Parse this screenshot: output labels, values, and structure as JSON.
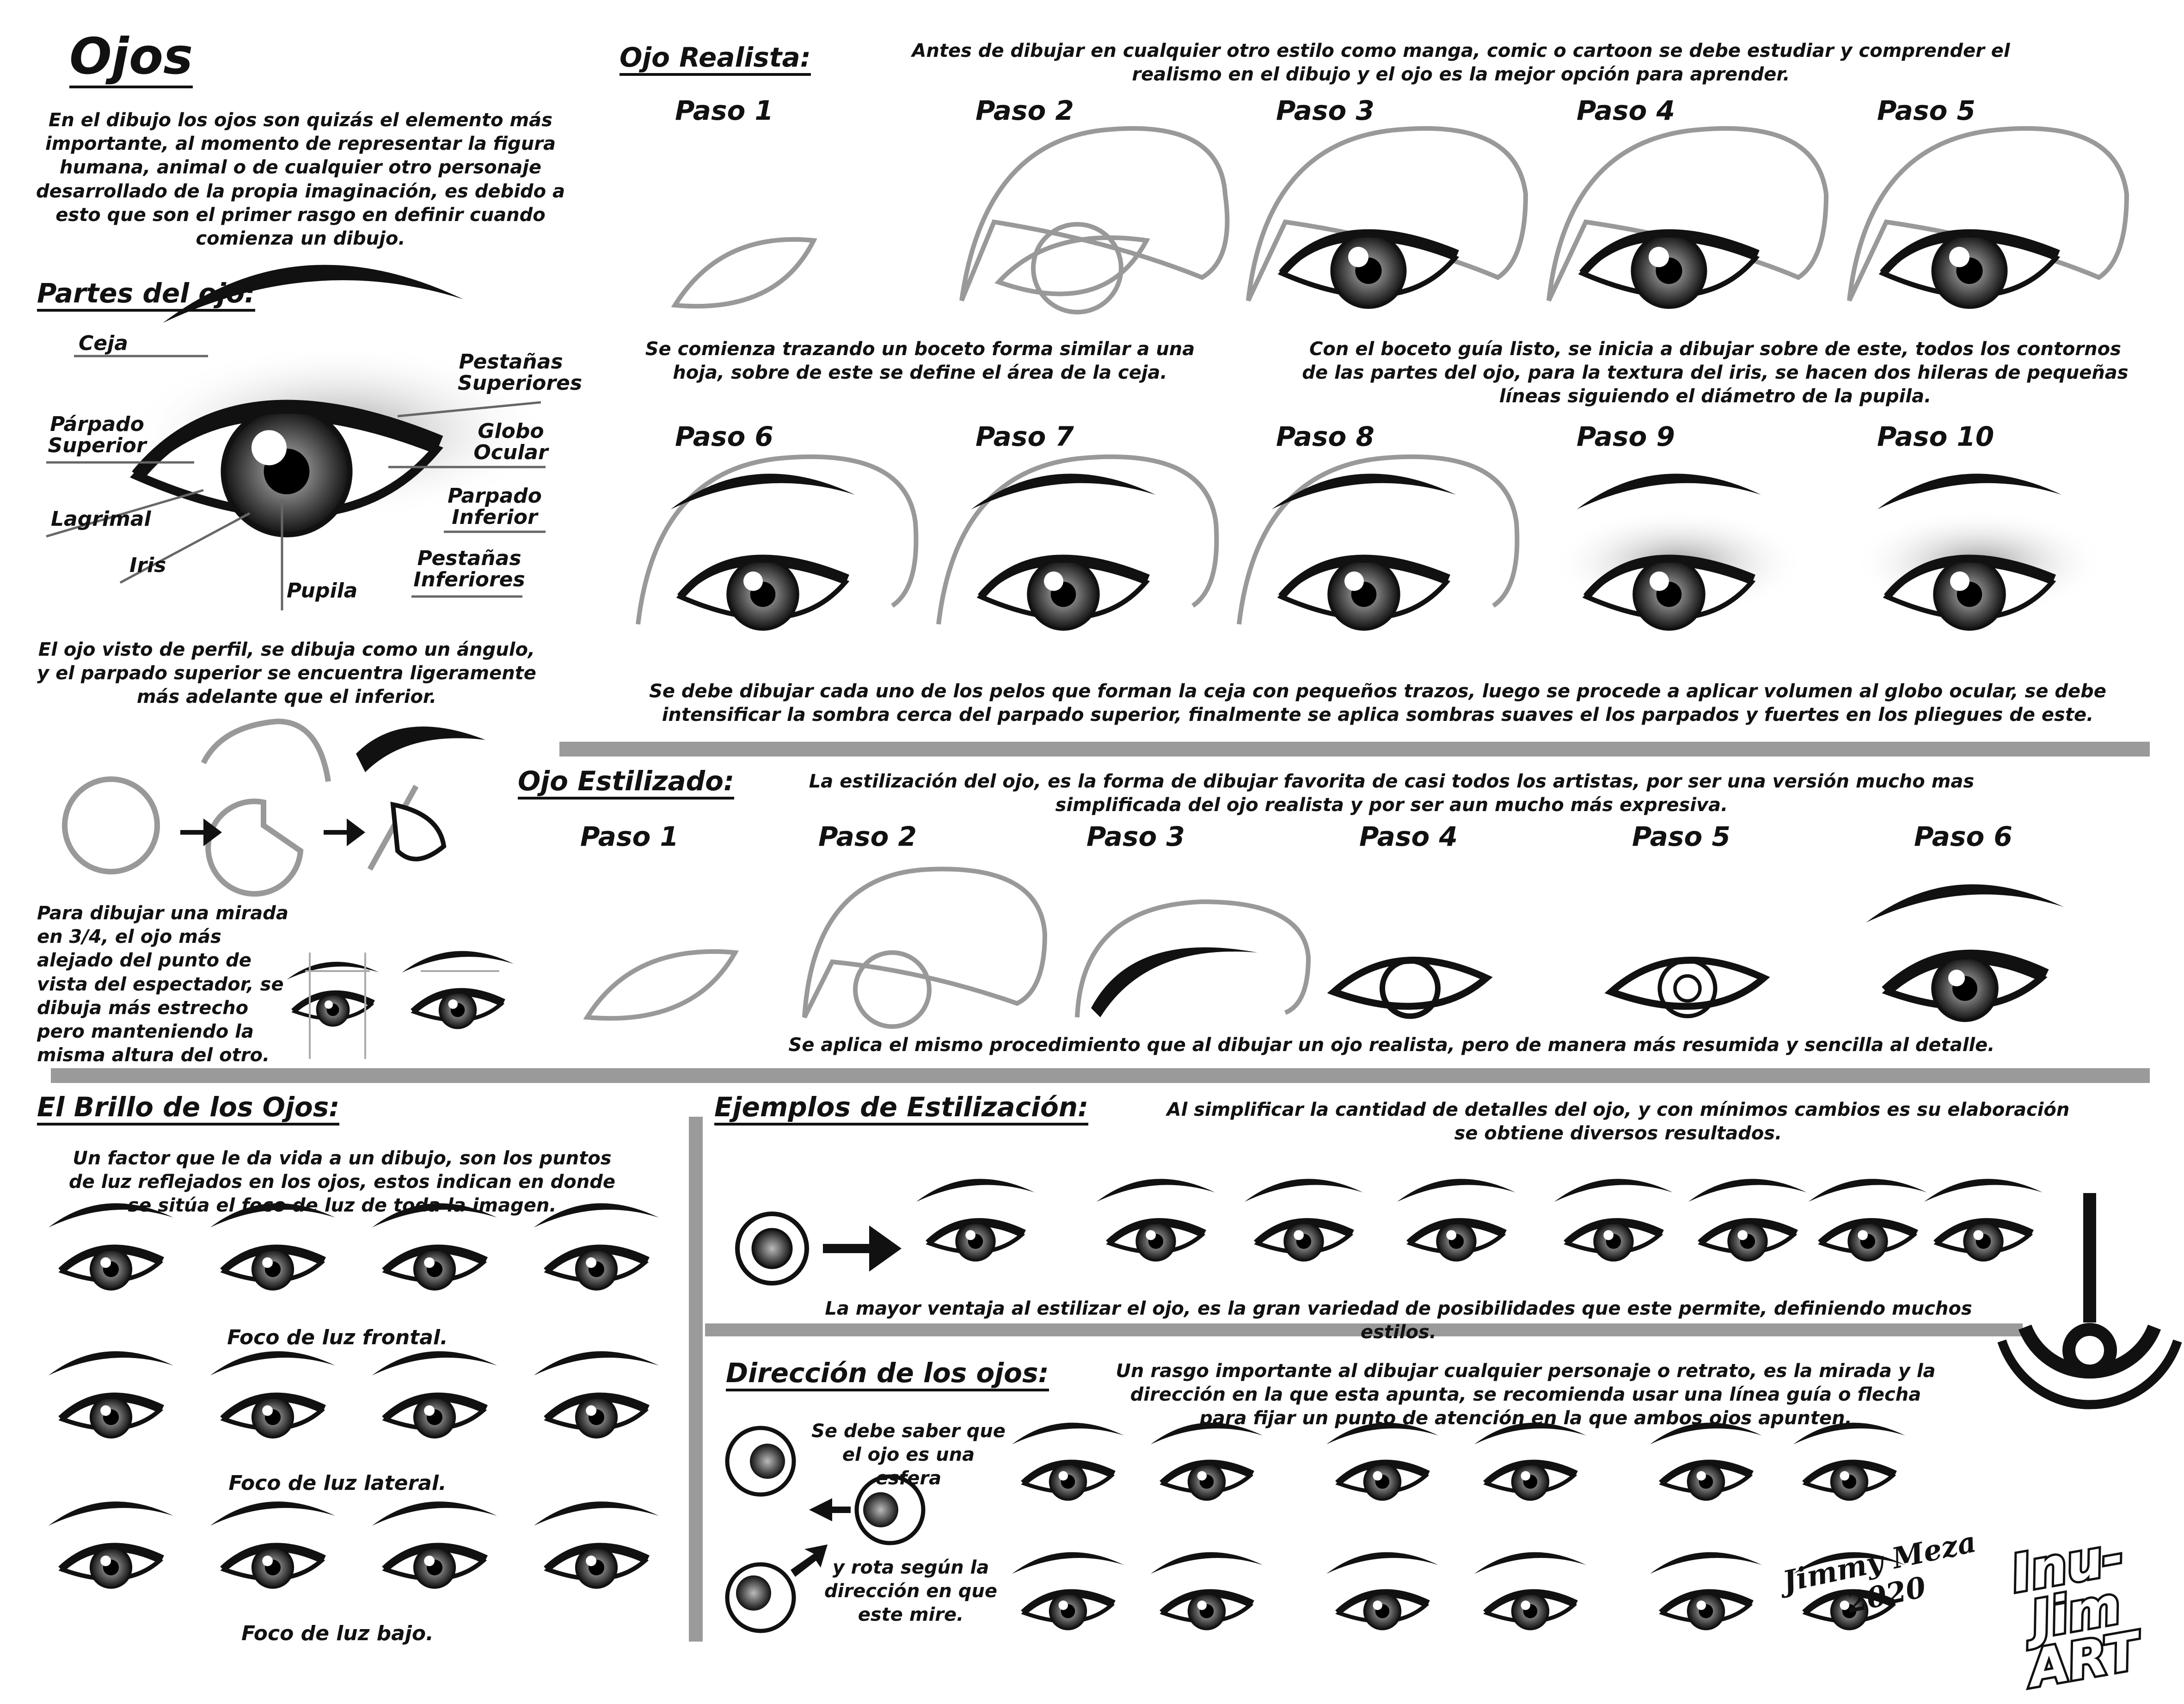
{
  "intro": {
    "title": "Ojos",
    "text": "En el dibujo los ojos son quizás el elemento más importante, al momento de representar la figura humana, animal o de cualquier otro personaje desarrollado de la propia imaginación, es debido a esto que son el primer rasgo en definir cuando comienza un dibujo."
  },
  "parts": {
    "title": "Partes del ojo:",
    "labels": [
      "Ceja",
      "Párpado Superior",
      "Lagrimal",
      "Iris",
      "Pupila",
      "Pestañas Inferiores",
      "Parpado Inferior",
      "Globo Ocular",
      "Pestañas Superiores"
    ]
  },
  "profile": {
    "text": "El ojo visto de perfil, se dibuja como un ángulo, y el parpado superior se encuentra ligeramente más adelante que el inferior."
  },
  "three_quarter": {
    "text": "Para dibujar una mirada en 3/4, el ojo más alejado del punto de vista del espectador, se dibuja más estrecho pero manteniendo la misma altura del otro."
  },
  "realistic": {
    "title": "Ojo Realista:",
    "intro": "Antes de dibujar en cualquier otro estilo como manga, comic o cartoon se debe estudiar y comprender el realismo en el dibujo y el ojo es la mejor opción para aprender.",
    "steps": [
      "Paso 1",
      "Paso 2",
      "Paso 3",
      "Paso 4",
      "Paso 5",
      "Paso 6",
      "Paso 7",
      "Paso 8",
      "Paso 9",
      "Paso 10"
    ],
    "caption1": "Se comienza trazando un boceto forma similar a una hoja, sobre de este se define el área de la ceja.",
    "caption2": "Con el boceto guía listo, se inicia a dibujar sobre de este, todos los contornos de las partes del ojo, para la textura del iris, se hacen dos hileras de pequeñas líneas siguiendo el diámetro de la pupila.",
    "caption3": "Se debe dibujar cada uno de los pelos que forman la ceja con pequeños trazos, luego se procede a aplicar volumen al globo ocular, se debe intensificar la sombra cerca del parpado superior, finalmente se aplica sombras suaves el los parpados y fuertes en los pliegues de este."
  },
  "stylized": {
    "title": "Ojo Estilizado:",
    "intro": "La estilización del ojo, es la forma de dibujar favorita de casi todos los artistas, por ser una versión mucho mas simplificada del ojo realista y por ser aun mucho más expresiva.",
    "steps": [
      "Paso 1",
      "Paso 2",
      "Paso 3",
      "Paso 4",
      "Paso 5",
      "Paso 6"
    ],
    "caption": "Se aplica el mismo procedimiento que al dibujar un ojo realista, pero de manera más resumida y sencilla al detalle."
  },
  "shine": {
    "title": "El Brillo de los Ojos:",
    "text": "Un factor que le da vida a un dibujo, son los puntos de luz reflejados en los ojos, estos indican en donde se sitúa el foco de luz de toda la imagen.",
    "captions": [
      "Foco de luz frontal.",
      "Foco de luz lateral.",
      "Foco de luz bajo."
    ]
  },
  "examples": {
    "title": "Ejemplos de Estilización:",
    "intro": "Al simplificar la cantidad de detalles del ojo, y con mínimos cambios es su elaboración se obtiene diversos resultados.",
    "caption": "La mayor ventaja al estilizar el ojo, es la gran variedad de posibilidades que este permite, definiendo muchos estilos."
  },
  "direction": {
    "title": "Dirección de los ojos:",
    "intro": "Un rasgo importante al dibujar cualquier personaje o retrato, es la mirada y la dirección en la que esta apunta, se recomienda usar una línea guía o flecha para fijar un punto de atención en la que ambos ojos apunten.",
    "sphere_text": "Se debe saber que el ojo es una esfera",
    "rotate_text": "y rota según la dirección en que este mire."
  },
  "signature": {
    "name": "Jimmy Meza",
    "year": "2020",
    "brand": "Inu-Jim ART"
  }
}
